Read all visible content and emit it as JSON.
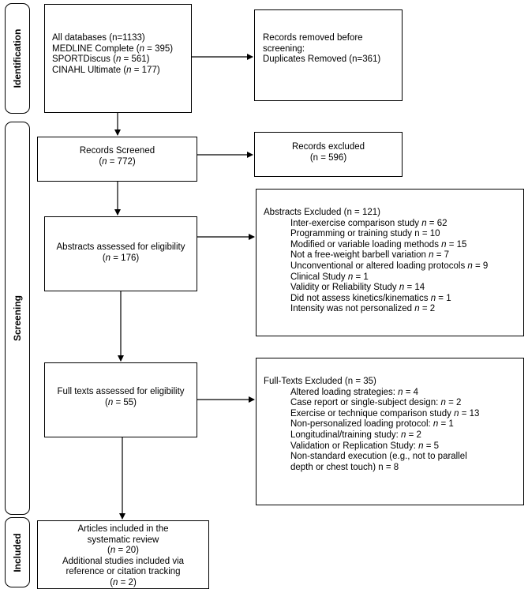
{
  "stages": {
    "identification": "Identification",
    "screening": "Screening",
    "included": "Included"
  },
  "identification_box": {
    "lines": [
      {
        "pre": "All databases (n=1133)",
        "n": "",
        "post": ""
      },
      {
        "pre": "MEDLINE Complete (",
        "n": "n",
        "post": " = 395)"
      },
      {
        "pre": "SPORTDiscus (",
        "n": "n",
        "post": " = 561)"
      },
      {
        "pre": "CINAHL Ultimate (",
        "n": "n",
        "post": " = 177)"
      }
    ]
  },
  "removed_box": {
    "lines": [
      "Records removed before",
      "screening:",
      "Duplicates Removed (n=361)"
    ]
  },
  "screened_box": {
    "title": "Records Screened",
    "count": {
      "pre": "(",
      "n": "n",
      "post": " = 772)"
    }
  },
  "excluded_box": {
    "title": "Records excluded",
    "count": "(n = 596)"
  },
  "abstracts_box": {
    "title": "Abstracts assessed for eligibility",
    "count": {
      "pre": "(",
      "n": "n",
      "post": " = 176)"
    }
  },
  "abstracts_excluded": {
    "title": "Abstracts Excluded (n = 121)",
    "items": [
      {
        "pre": "Inter-exercise comparison study ",
        "n": "n",
        "post": " = 62"
      },
      {
        "pre": "Programming or training study n = 10",
        "n": "",
        "post": ""
      },
      {
        "pre": "Modified or variable loading methods ",
        "n": "n",
        "post": " = 15"
      },
      {
        "pre": "Not a free-weight barbell variation ",
        "n": "n",
        "post": " = 7"
      },
      {
        "pre": "Unconventional or altered loading protocols ",
        "n": "n",
        "post": " = 9"
      },
      {
        "pre": "Clinical Study ",
        "n": "n",
        "post": " = 1"
      },
      {
        "pre": "Validity or Reliability Study ",
        "n": "n",
        "post": " = 14"
      },
      {
        "pre": "Did not assess kinetics/kinematics ",
        "n": "n",
        "post": " = 1"
      },
      {
        "pre": "Intensity was not personalized ",
        "n": "n",
        "post": " = 2"
      }
    ]
  },
  "fulltext_box": {
    "title": "Full texts assessed for eligibility",
    "count": {
      "pre": "(",
      "n": "n",
      "post": " = 55)"
    }
  },
  "fulltext_excluded": {
    "title": "Full-Texts Excluded (n = 35)",
    "items": [
      {
        "pre": "Altered loading strategies: ",
        "n": "n",
        "post": " = 4"
      },
      {
        "pre": "Case report or single-subject design: ",
        "n": "n",
        "post": " = 2"
      },
      {
        "pre": "Exercise or technique comparison study ",
        "n": "n",
        "post": " = 13"
      },
      {
        "pre": "Non-personalized loading protocol: ",
        "n": "n",
        "post": " = 1"
      },
      {
        "pre": "Longitudinal/training study: ",
        "n": "n",
        "post": " = 2"
      },
      {
        "pre": "Validation or Replication Study: ",
        "n": "n",
        "post": " = 5"
      },
      {
        "pre": "Non-standard execution (e.g., not to parallel",
        "n": "",
        "post": ""
      },
      {
        "pre": "depth or chest touch) n = 8",
        "n": "",
        "post": ""
      }
    ]
  },
  "included_box": {
    "lines": [
      {
        "pre": "Articles included in the",
        "n": "",
        "post": ""
      },
      {
        "pre": "systematic review",
        "n": "",
        "post": ""
      },
      {
        "pre": "(",
        "n": "n",
        "post": " = 20)"
      },
      {
        "pre": "Additional studies included via",
        "n": "",
        "post": ""
      },
      {
        "pre": "reference or citation tracking",
        "n": "",
        "post": ""
      },
      {
        "pre": "(",
        "n": "n",
        "post": " = 2)"
      }
    ]
  }
}
